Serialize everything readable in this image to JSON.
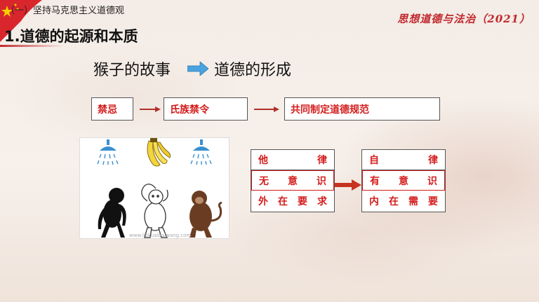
{
  "header": {
    "chapter": "（一）坚持马克思主义道德观",
    "book_title": "思想道德与法治（2021）"
  },
  "slide": {
    "title": "1.道德的起源和本质",
    "story": "猴子的故事",
    "formation": "道德的形成"
  },
  "flow": {
    "step1": "禁忌",
    "step2": "氏族禁令",
    "step3": "共同制定道德规范"
  },
  "left_table": [
    [
      "他",
      "律"
    ],
    [
      "无",
      "意",
      "识"
    ],
    [
      "外",
      "在",
      "要",
      "求"
    ]
  ],
  "right_table": [
    [
      "自",
      "律"
    ],
    [
      "有",
      "意",
      "识"
    ],
    [
      "内",
      "在",
      "需",
      "要"
    ]
  ],
  "picture": {
    "watermark": "www.liekuaibaiwang.com"
  },
  "colors": {
    "accent_red": "#d41c1c",
    "arrow_blue": "#4aa3df"
  }
}
